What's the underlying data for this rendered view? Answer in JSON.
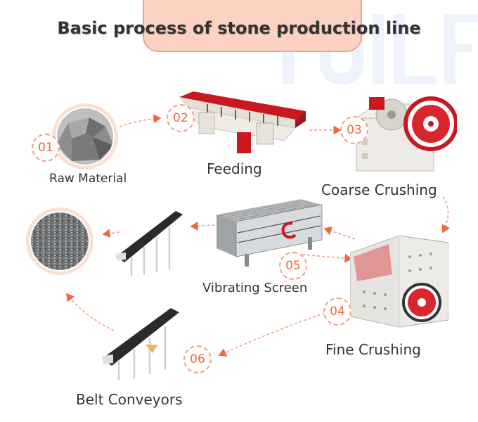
{
  "title": "Basic process of stone production line",
  "colors": {
    "accent": "#ee6a3c",
    "title_tab": "#fcd2c3",
    "machine_red": "#d9262c",
    "machine_body": "#ece9e3"
  },
  "steps": [
    {
      "number": "01",
      "label": "Raw Material"
    },
    {
      "number": "02",
      "label": "Feeding"
    },
    {
      "number": "03",
      "label": "Coarse Crushing"
    },
    {
      "number": "04",
      "label": "Fine Crushing"
    },
    {
      "number": "05",
      "label": "Vibrating Screen"
    },
    {
      "number": "06",
      "label": "Belt Conveyors"
    }
  ]
}
